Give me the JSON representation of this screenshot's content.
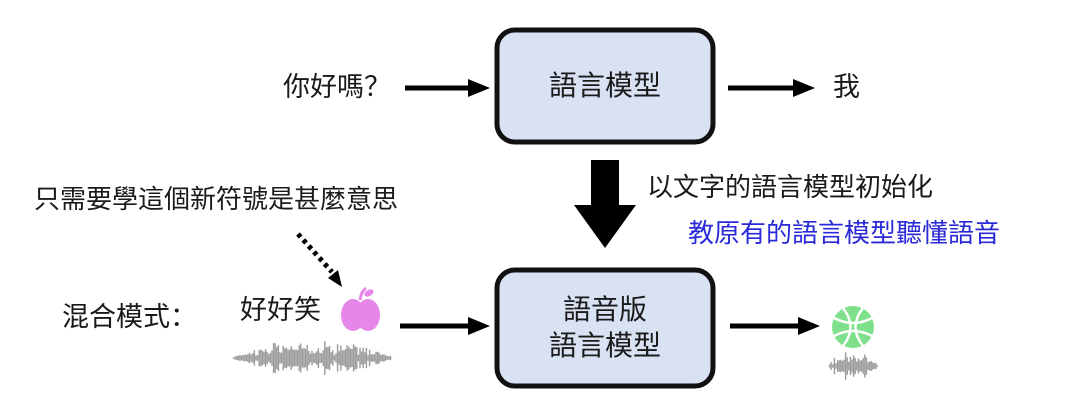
{
  "top_row": {
    "input_text": "你好嗎？",
    "box_label": "語言模型",
    "output_text": "我"
  },
  "middle": {
    "init_caption": "以文字的語言模型初始化",
    "teach_caption": "教原有的語言模型聽懂語音",
    "teach_caption_color": "#2a2ad8"
  },
  "bottom_row": {
    "annotation": "只需要學這個新符號是甚麼意思",
    "mode_label": "混合模式：",
    "input_text": "好好笑",
    "box_label_line1": "語音版",
    "box_label_line2": "語言模型"
  },
  "icons": {
    "apple_icon": "apple-icon",
    "apple_color": "#e586e8",
    "basketball_icon": "basketball-icon",
    "basketball_color": "#7ee08a",
    "waveform_color": "#9a9a9a"
  },
  "colors": {
    "box_fill": "#d9e2f3",
    "box_stroke": "#111111",
    "arrow": "#000000"
  }
}
